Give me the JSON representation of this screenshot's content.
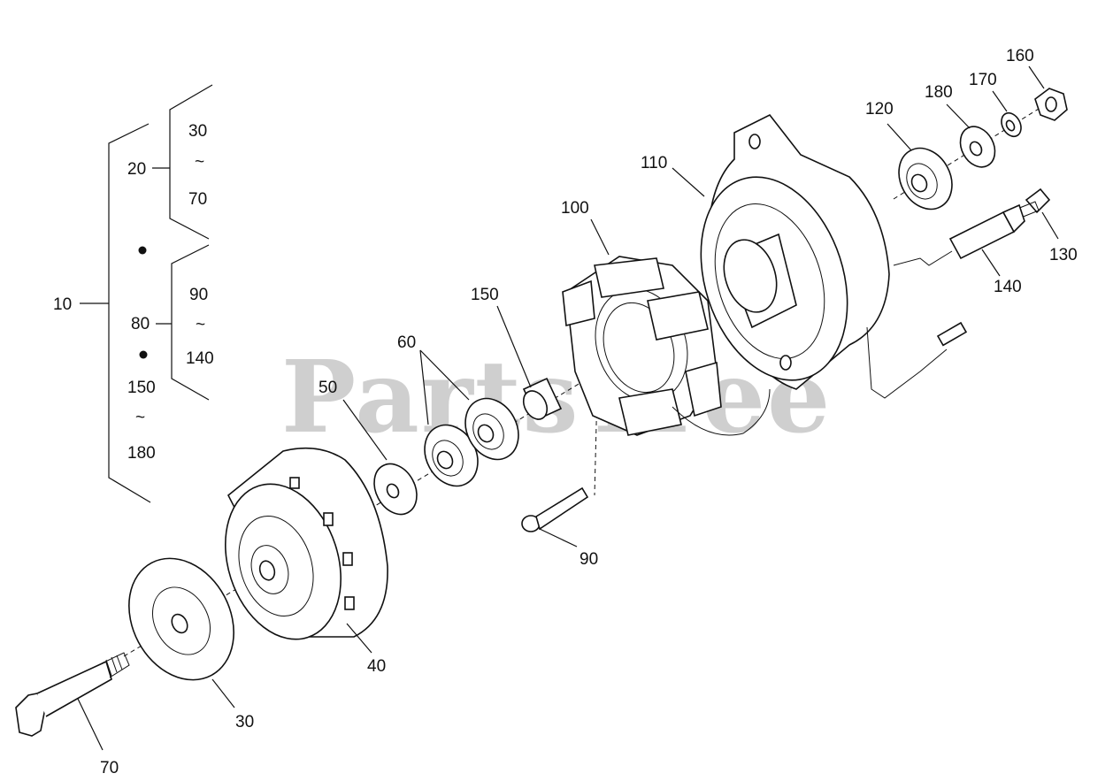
{
  "watermark": "PartsTree",
  "tree": {
    "root": "10",
    "group_a": {
      "id": "20",
      "from": "30",
      "to": "70"
    },
    "group_b": {
      "id": "80",
      "from": "90",
      "to": "140"
    },
    "group_c": {
      "from": "150",
      "to": "180"
    },
    "tilde": "~"
  },
  "callouts": {
    "c30": "30",
    "c40": "40",
    "c50": "50",
    "c60": "60",
    "c70": "70",
    "c90": "90",
    "c100": "100",
    "c110": "110",
    "c120": "120",
    "c130": "130",
    "c140": "140",
    "c150": "150",
    "c160": "160",
    "c170": "170",
    "c180": "180"
  }
}
